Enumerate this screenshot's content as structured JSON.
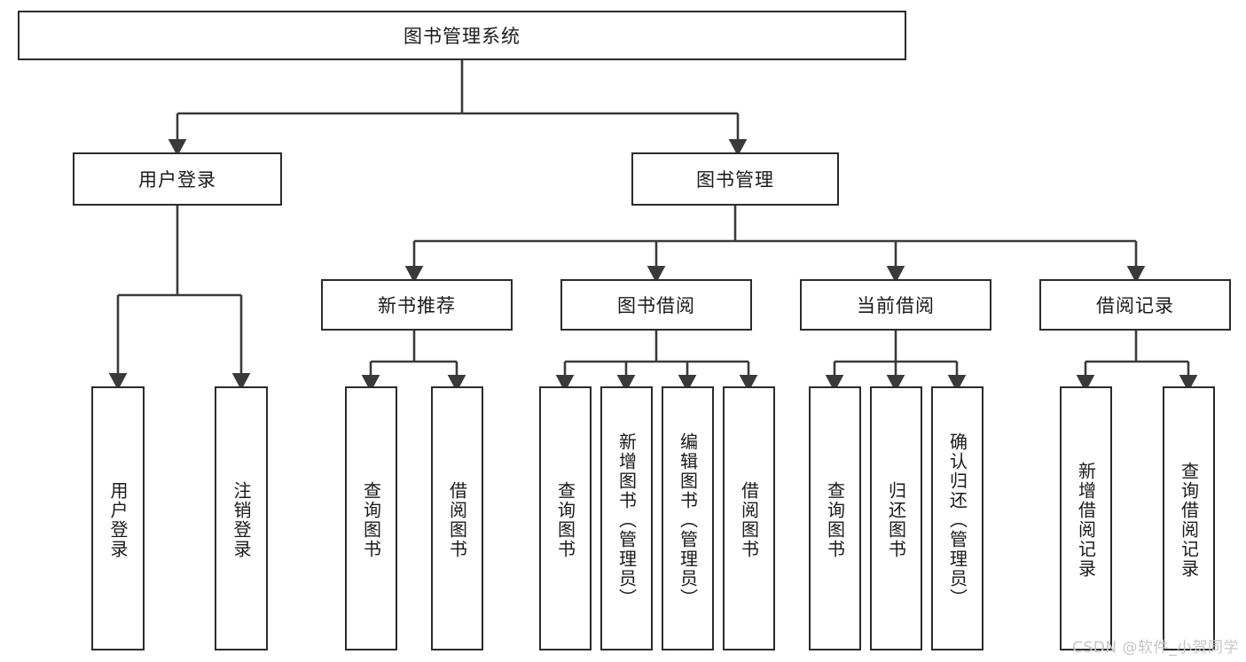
{
  "diagram": {
    "title": "图书管理系统",
    "type": "tree-hierarchy",
    "orientation": "top-down",
    "colors": {
      "box_border": "#2b2b2b",
      "box_fill": "#ffffff",
      "edge": "#3a3a3a",
      "text": "#1a1a1a",
      "watermark": "#c6c6c6"
    },
    "root": {
      "id": "root",
      "label": "图书管理系统",
      "orientation": "horizontal"
    },
    "level1": [
      {
        "id": "user-login",
        "label": "用户登录",
        "orientation": "horizontal"
      },
      {
        "id": "book-manage",
        "label": "图书管理",
        "orientation": "horizontal"
      }
    ],
    "level2": [
      {
        "id": "new-book-recommend",
        "label": "新书推荐",
        "orientation": "horizontal",
        "parent": "book-manage"
      },
      {
        "id": "book-borrow",
        "label": "图书借阅",
        "orientation": "horizontal",
        "parent": "book-manage"
      },
      {
        "id": "current-borrow",
        "label": "当前借阅",
        "orientation": "horizontal",
        "parent": "book-manage"
      },
      {
        "id": "borrow-record",
        "label": "借阅记录",
        "orientation": "horizontal",
        "parent": "book-manage"
      }
    ],
    "leaves": [
      {
        "id": "leaf-user-login",
        "label": "用户登录",
        "parent": "user-login",
        "orientation": "vertical"
      },
      {
        "id": "leaf-logout-login",
        "label": "注销登录",
        "parent": "user-login",
        "orientation": "vertical"
      },
      {
        "id": "leaf-query-book-1",
        "label": "查询图书",
        "parent": "new-book-recommend",
        "orientation": "vertical"
      },
      {
        "id": "leaf-borrow-book-1",
        "label": "借阅图书",
        "parent": "new-book-recommend",
        "orientation": "vertical"
      },
      {
        "id": "leaf-query-book-2",
        "label": "查询图书",
        "parent": "book-borrow",
        "orientation": "vertical"
      },
      {
        "id": "leaf-add-book",
        "label": "新增图书（管理员）",
        "parent": "book-borrow",
        "orientation": "vertical"
      },
      {
        "id": "leaf-edit-book",
        "label": "编辑图书（管理员）",
        "parent": "book-borrow",
        "orientation": "vertical"
      },
      {
        "id": "leaf-borrow-book-2",
        "label": "借阅图书",
        "parent": "book-borrow",
        "orientation": "vertical"
      },
      {
        "id": "leaf-query-book-3",
        "label": "查询图书",
        "parent": "current-borrow",
        "orientation": "vertical"
      },
      {
        "id": "leaf-return-book",
        "label": "归还图书",
        "parent": "current-borrow",
        "orientation": "vertical"
      },
      {
        "id": "leaf-confirm-return",
        "label": "确认归还（管理员）",
        "parent": "current-borrow",
        "orientation": "vertical"
      },
      {
        "id": "leaf-add-record",
        "label": "新增借阅记录",
        "parent": "borrow-record",
        "orientation": "vertical"
      },
      {
        "id": "leaf-query-record",
        "label": "查询借阅记录",
        "parent": "borrow-record",
        "orientation": "vertical"
      }
    ]
  },
  "watermark": {
    "text": "CSDN @软件_小贺同学"
  }
}
